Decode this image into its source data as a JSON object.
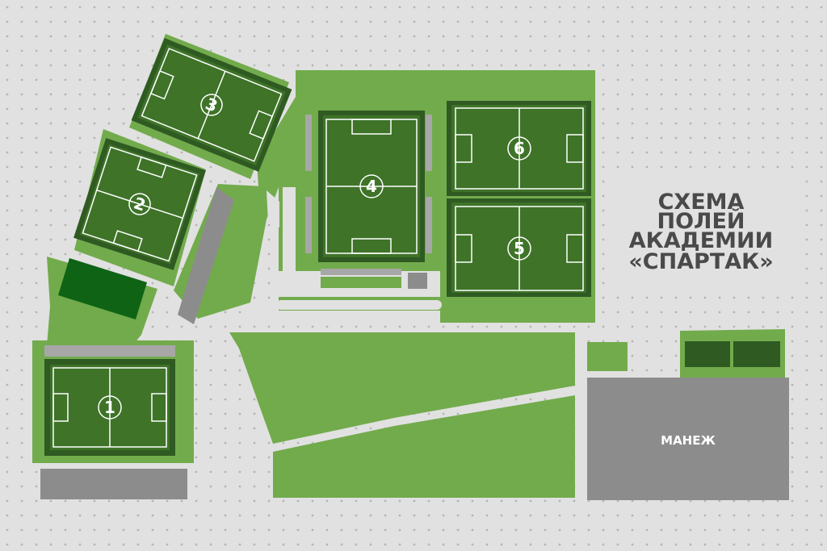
{
  "title": {
    "line1": "СХЕМА",
    "line2": "ПОЛЕЙ",
    "line3": "АКАДЕМИИ",
    "line4": "«СПАРТАК»"
  },
  "fields": {
    "f1": "1",
    "f2": "2",
    "f3": "3",
    "f4": "4",
    "f5": "5",
    "f6": "6"
  },
  "manege": "МАНЕЖ",
  "colors": {
    "background": "#e1e1e1",
    "dots": "#b5b5b5",
    "grass": "#72ab4c",
    "pitch_border": "#2f5a22",
    "pitch": "#3e7328",
    "pitch_lines": "#ffffff",
    "building": "#8c8c8c",
    "path": "#e1e1e1",
    "title_text": "#4a4a4a",
    "dark_field": "#0e6414"
  }
}
